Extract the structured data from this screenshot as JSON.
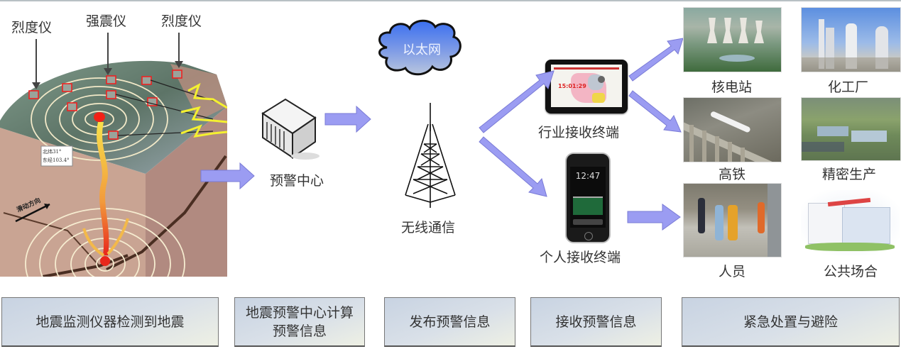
{
  "colors": {
    "arrow_fill": "#9b9cf2",
    "arrow_stroke": "#7a7bd6",
    "step_box": "#d2dae5",
    "epicenter": "#e8261b",
    "lightning": "#f4f030"
  },
  "detection": {
    "instrument_labels": [
      {
        "label": "烈度仪",
        "icon": "down-arrow-icon"
      },
      {
        "label": "强震仪",
        "icon": "down-arrow-icon"
      },
      {
        "label": "烈度仪",
        "icon": "down-arrow-icon"
      }
    ],
    "coord_label": [
      "北纬31°",
      "东经103.4°"
    ],
    "slip_label": "滑动方向"
  },
  "center": {
    "label": "预警中心",
    "icon": "server-icon"
  },
  "network": {
    "cloud_label": "以太网",
    "tower_label": "无线通信",
    "icon": "radio-tower-icon"
  },
  "terminals": {
    "industry": {
      "label": "行业接收终端",
      "icon": "tablet-icon",
      "screen_time": "15:01:29"
    },
    "personal": {
      "label": "个人接收终端",
      "icon": "smartphone-icon",
      "screen_time": "12:47"
    }
  },
  "targets": [
    {
      "label": "核电站",
      "icon": "nuclear-plant-photo"
    },
    {
      "label": "化工厂",
      "icon": "chemical-plant-photo"
    },
    {
      "label": "高铁",
      "icon": "high-speed-rail-photo"
    },
    {
      "label": "精密生产",
      "icon": "precision-factory-photo"
    },
    {
      "label": "人员",
      "icon": "people-running-photo"
    },
    {
      "label": "公共场合",
      "icon": "public-building-photo"
    }
  ],
  "steps": [
    "地震监测仪器检测到地震",
    "地震预警中心计算预警信息",
    "发布预警信息",
    "接收预警信息",
    "紧急处置与避险"
  ]
}
